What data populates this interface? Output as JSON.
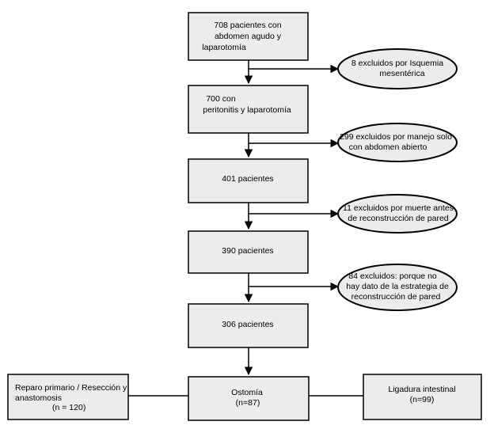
{
  "flow": {
    "boxes": [
      {
        "lines": [
          "708 pacientes con",
          "abdomen agudo y",
          "laparotomía"
        ]
      },
      {
        "lines": [
          "700 con",
          "peritonitis y laparotomía"
        ]
      },
      {
        "lines": [
          "401 pacientes"
        ]
      },
      {
        "lines": [
          "390 pacientes"
        ]
      },
      {
        "lines": [
          "306 pacientes"
        ]
      }
    ],
    "exclusions": [
      {
        "lines": [
          "8 excluidos por Isquemia",
          "mesentérica"
        ]
      },
      {
        "lines": [
          "299 excluidos por manejo  solo",
          "con abdomen abierto"
        ]
      },
      {
        "lines": [
          "11 excluidos por  muerte antes",
          "de reconstrucción de pared"
        ]
      },
      {
        "lines": [
          "84 excluidos: porque no",
          "hay dato de la estrategia de",
          "reconstrucción de pared"
        ]
      }
    ],
    "outcomes": {
      "left": {
        "lines": [
          "Reparo primario / Resección y",
          "anastomosis",
          "(n = 120)"
        ]
      },
      "center": {
        "lines": [
          "Ostomía",
          "(n=87)"
        ]
      },
      "right": {
        "lines": [
          "Ligadura intestinal",
          "(n=99)"
        ]
      }
    }
  }
}
